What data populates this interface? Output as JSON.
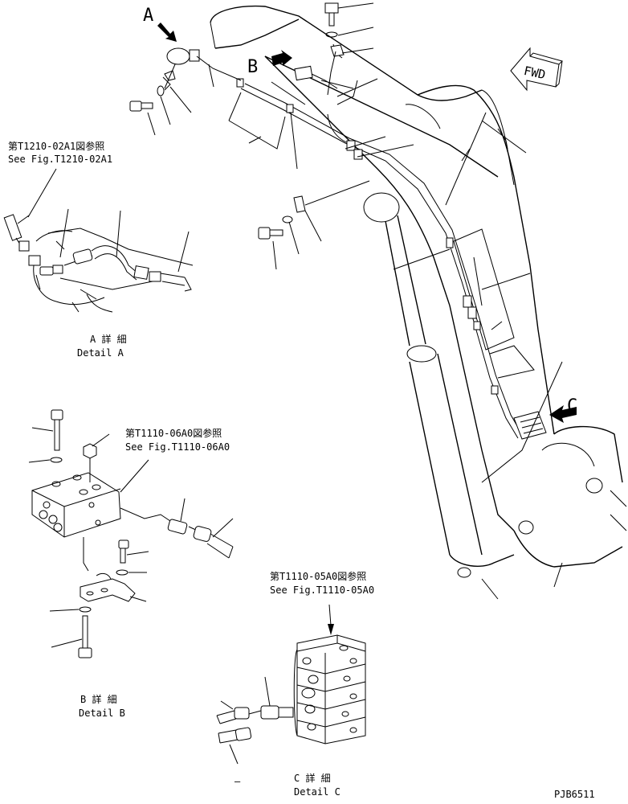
{
  "view_labels": {
    "a": "A",
    "b": "B",
    "c": "C"
  },
  "fwd_label": "FWD",
  "refs": {
    "ref1_jp": "第T1210-02A1図参照",
    "ref1_en": "See Fig.T1210-02A1",
    "ref2_jp": "第T1110-06A0図参照",
    "ref2_en": "See Fig.T1110-06A0",
    "ref3_jp": "第T1110-05A0図参照",
    "ref3_en": "See Fig.T1110-05A0"
  },
  "details": {
    "a_jp": "A 詳 細",
    "a_en": "Detail A",
    "b_jp": "B 詳 細",
    "b_en": "Detail B",
    "c_jp": "C 詳 細",
    "c_en": "Detail C"
  },
  "c_dash": "–",
  "drawing_no": "PJB6511"
}
